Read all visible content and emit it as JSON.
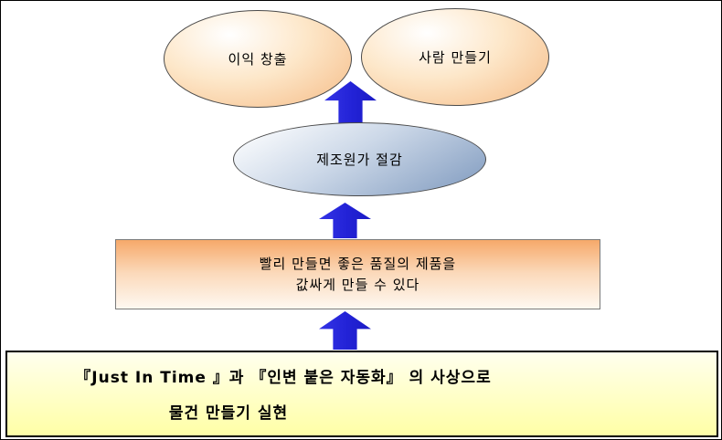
{
  "diagram": {
    "top_ellipses": {
      "profit_label": "이익 창출",
      "people_label": "사람 만들기"
    },
    "middle_ellipse": {
      "label": "제조원가 절감"
    },
    "quality_box": {
      "line1": "빨리 만들면 좋은 품질의 제품을",
      "line2": "값싸게 만들 수 있다"
    },
    "foundation_box": {
      "line1": "『Just In Time 』과 『인변 붙은 자동화』 의 사상으로",
      "line2": "물건 만들기 실현"
    },
    "colors": {
      "arrow_blue": "#2222d6",
      "ellipse_peach": "#f5bb86",
      "ellipse_blue": "#7e99be",
      "quality_box_orange": "#f6a96a",
      "foundation_box_yellow": "#ffffa6",
      "border_black": "#000000"
    }
  }
}
